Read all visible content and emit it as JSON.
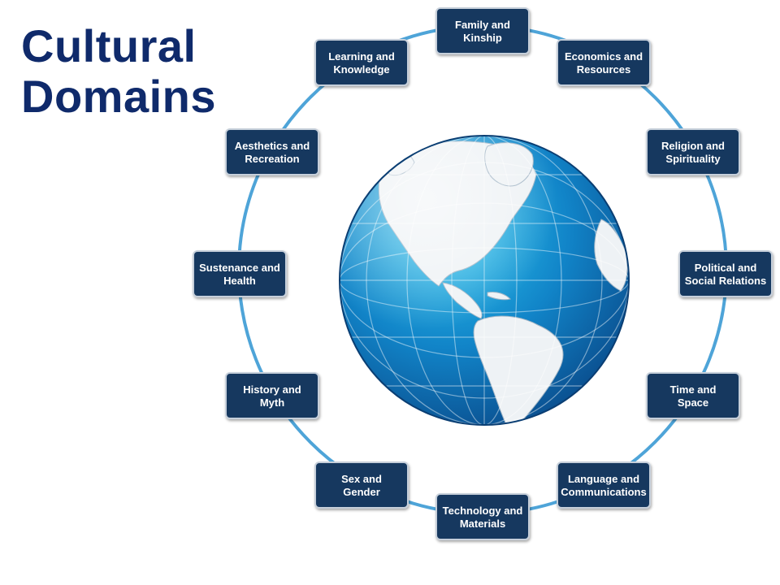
{
  "title": {
    "line1": "Cultural",
    "line2": "Domains",
    "color": "#0f2a6b"
  },
  "colors": {
    "box_fill": "#17395f",
    "box_border": "#c6cfda",
    "ring": "#4ea4d8",
    "ocean_dark": "#0a4c8c",
    "ocean_light": "#2ec8f0",
    "land": "#eef2f5"
  },
  "center": {
    "icon": "globe-icon"
  },
  "domains": [
    {
      "id": "family",
      "line1": "Family and",
      "line2": "Kinship"
    },
    {
      "id": "economics",
      "line1": "Economics and",
      "line2": "Resources"
    },
    {
      "id": "religion",
      "line1": "Religion and",
      "line2": "Spirituality"
    },
    {
      "id": "political",
      "line1": "Political  and",
      "line2": "Social Relations"
    },
    {
      "id": "time",
      "line1": "Time and",
      "line2": "Space"
    },
    {
      "id": "language",
      "line1": "Language and",
      "line2": "Communications"
    },
    {
      "id": "technology",
      "line1": "Technology and",
      "line2": "Materials"
    },
    {
      "id": "sex",
      "line1": "Sex and",
      "line2": "Gender"
    },
    {
      "id": "history",
      "line1": "History and",
      "line2": "Myth"
    },
    {
      "id": "sustenance",
      "line1": "Sustenance and",
      "line2": "Health"
    },
    {
      "id": "aesthetics",
      "line1": "Aesthetics and",
      "line2": "Recreation"
    },
    {
      "id": "learning",
      "line1": "Learning and",
      "line2": "Knowledge"
    }
  ]
}
